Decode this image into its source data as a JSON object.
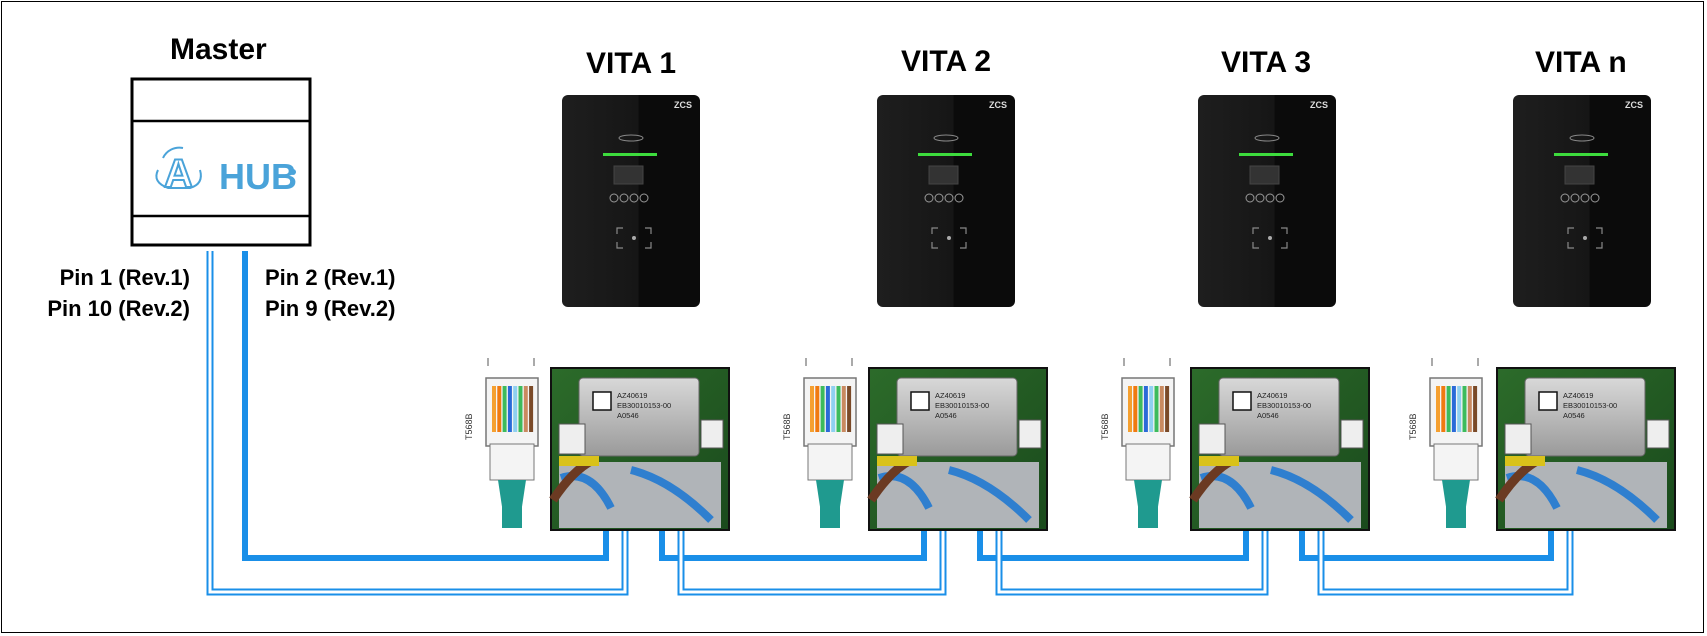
{
  "master": {
    "title": "Master",
    "logo_letter": "A",
    "logo_text": "HUB"
  },
  "pins": {
    "left_line1": "Pin 1 (Rev.1)",
    "left_line2": "Pin 10 (Rev.2)",
    "right_line1": "Pin 2 (Rev.1)",
    "right_line2": "Pin 9 (Rev.2)"
  },
  "chargers": [
    {
      "title": "VITA 1"
    },
    {
      "title": "VITA 2"
    },
    {
      "title": "VITA 3"
    },
    {
      "title": "VITA n"
    }
  ],
  "charger_brand": "ZCS",
  "connector_label": "T568B",
  "pcb_labels": [
    "AZ40619",
    "EB30010153-00",
    "A0546"
  ],
  "colors": {
    "wire": "#1a8fe8",
    "charger_body": "#141414",
    "charger_led": "#3ddc3d",
    "logo_blue": "#4aa3d9",
    "cable_teal": "#1f9a8f"
  }
}
